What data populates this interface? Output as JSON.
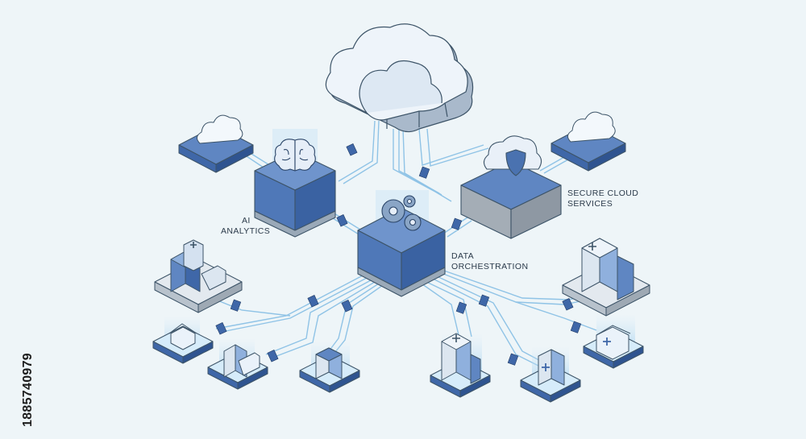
{
  "labels": {
    "ai_analytics": [
      "AI",
      "ANALYTICS"
    ],
    "data_orchestration": [
      "DATA",
      "ORCHESTRATION"
    ],
    "secure_cloud": [
      "SECURE CLOUD",
      "SERVICES"
    ]
  },
  "stock_id": "1885740979",
  "colors": {
    "background": "#eef5f8",
    "block_blue": "#5f86c2",
    "block_gray": "#9aa4ae",
    "line": "#8fc3e6",
    "outline": "#3d5468"
  },
  "icons": [
    "cloud-icon",
    "brain-icon",
    "gears-icon",
    "shield-icon",
    "hospital-icon",
    "house-icon",
    "clinic-icon",
    "office-building-icon",
    "medical-pharmacy-icon"
  ]
}
